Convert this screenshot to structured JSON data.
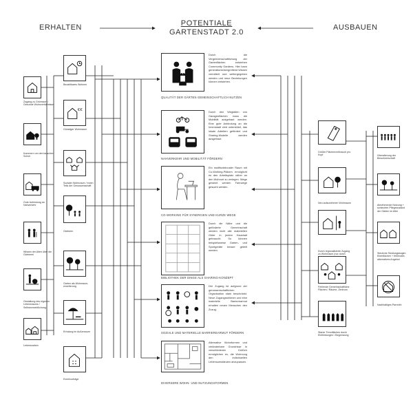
{
  "header": {
    "left": "ERHALTEN",
    "right": "AUSBAUEN",
    "title_line1": "POTENTIALE",
    "title_line2": "GARTENSTADT 2.0"
  },
  "left_outer": [
    {
      "label": "Zugang zu Grünraum / Gesunde Wohnverhältnisse",
      "icon": "house-icon"
    },
    {
      "label": "Kommern um den lauschen Schuh",
      "icon": "house-garden-icon"
    },
    {
      "label": "Gute Anbindung an Nahverkehr",
      "icon": "house-train-icon"
    },
    {
      "label": "Wissen der Alten über die Gärtnerei",
      "icon": "elderly-people-icon"
    },
    {
      "label": "Gestaltung des eigenen Lebensraums / Selbstverwirklichung",
      "icon": "person-tools-icon"
    },
    {
      "label": "Lebensnahen",
      "icon": "village-icon"
    }
  ],
  "left_inner": [
    {
      "label": "Bezahlbares Wohnen",
      "icon": "house-clock-icon"
    },
    {
      "label": "Günstiger Wohnraum",
      "icon": "house-euro-icon"
    },
    {
      "label": "Sozialer Wohnraum / Innen Teils der Genossenschaft",
      "icon": "houses-cycle-icon"
    },
    {
      "label": "Gärtnern",
      "icon": "trees-people-icon"
    },
    {
      "label": "Garten als Wohnraum-erweiterung",
      "icon": "garden-trees-icon"
    },
    {
      "label": "Erholung im Außenraum",
      "icon": "umbrella-chair-icon"
    },
    {
      "label": "Eventvorträge",
      "icon": "house-sun-icon"
    }
  ],
  "central": [
    {
      "caption": "QUALITÄT DER GÄRTEN GEMEINSCHAFTLICH NUTZEN",
      "icon": "community-garden-icon",
      "text": "Durch die Vergemeinschaftlichung der Gartenflächen entstehen Community Gardens. Hier kann generationsübergreifend Wissen vermittelt und weitergegeben werden und neue Beziehungen können entstehen."
    },
    {
      "caption": "NAHVERKEHR UND MOBILITÄT FÖRDERN",
      "icon": "mobility-icon",
      "text": "Durch den Wegfallen von Garagenflächen muss die Mobilität ausgebaut werden. Eine gute Anbindung an die Innenstadt wird unterstützt, das lokale Arbeiten gefördert und Sharing-Modelle werden ausgebaut."
    },
    {
      "caption": "CO-WORKING FÜR SYNERGIEN UND KURZE WEGE",
      "icon": "coworking-icon",
      "text": "Ein multifunktionaler Raum mit Co-Working-Plätzen ermöglicht es den Arbeitsplatz näher an den Wohnort zu verlegen. Wege gewinnt werden Fahrwege gesucht werden."
    },
    {
      "caption": "BIBLIOTHEK DER DINGE ALS SHARING-KONZEPT",
      "icon": "shelves-icon",
      "text": "Durch die Nähe und die geförderte Gemeinschaft werden nicht alle materiellen Güter in jedem Haushalt gebraucht. So können beispielsweise Garten- und Sportgeräte besser geteilt werden."
    },
    {
      "caption": "SOZIALE UND MATERIELLE BARRIEREARMUT FÖRDERN",
      "icon": "accessibility-icons",
      "text": "Der Zugang ist aufgrund der genossenschaftlichen Organisation stark beschränkt. Neue Zugangsströmen und eine materielle Barrierearmut erhalten neuen Menschen den Zuzug."
    },
    {
      "caption": "DIVERSERE WOHN- UND NUTZUNGSFORMEN",
      "icon": "floorplan-icon",
      "text": "Alternative Wohnformen und veränderbare Grundrisse in verschiedenen Größen ermöglichen es, die Wohnung den individuellen Lebensumständen anzupassen."
    }
  ],
  "right_inner": [
    {
      "label": "Größer Flächenverbrauch pro Kopf",
      "icon": "tag-icon"
    },
    {
      "label": "Neu aufzunehmen Wohnraum",
      "icon": "house-tree-icon"
    },
    {
      "label": "Durch regionalisierte Zugang zu Wohnraum (nur durch familiäre Verbindung)",
      "icon": "house-person-icon"
    },
    {
      "label": "Fehlende Gemeinschaftliche Flächen / Räume, Zentrum",
      "icon": "houses-people-icon"
    },
    {
      "label": "Starke Trennflächen durch Einfriedungen / Begrenzung",
      "icon": "fence-icon"
    }
  ],
  "right_outer": [
    {
      "label": "Überalterung der Bewohnerschaft",
      "icon": "crowd-icon"
    },
    {
      "label": "Abnehmende Nutzung + schlechter Pflegezustand der Gärten im Alter",
      "icon": "trees-icon"
    },
    {
      "label": "Steuliche Siedlungsbogen Ebenflächen + fehlendes alternatives Angebot",
      "icon": "houses-icon"
    },
    {
      "label": "Nachhaltiges Parrecht",
      "icon": "no-house-icon"
    }
  ],
  "colors": {
    "line": "#222222",
    "text": "#333333",
    "background": "#ffffff"
  }
}
